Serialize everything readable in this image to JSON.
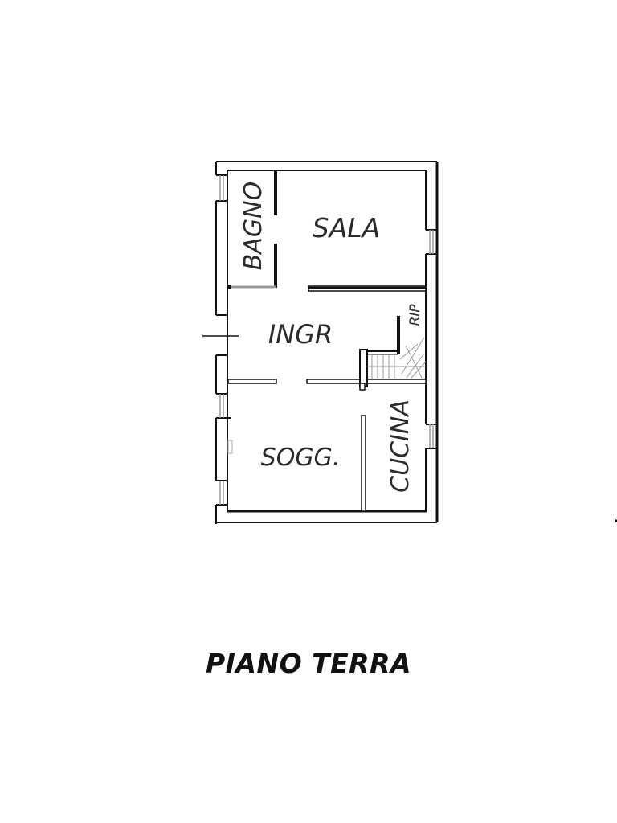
{
  "floor_plan": {
    "title": "PIANO TERRA",
    "rooms": [
      {
        "id": "bagno",
        "label": "BAGNO",
        "orientation": "vertical"
      },
      {
        "id": "sala",
        "label": "SALA",
        "orientation": "horizontal"
      },
      {
        "id": "ingr",
        "label": "INGR",
        "orientation": "horizontal"
      },
      {
        "id": "rip",
        "label": "RIP",
        "orientation": "vertical"
      },
      {
        "id": "sogg",
        "label": "SOGG.",
        "orientation": "horizontal"
      },
      {
        "id": "cucina",
        "label": "CUCINA",
        "orientation": "vertical"
      }
    ],
    "colors": {
      "wall": "#111111",
      "window": "#9a9a9a",
      "background": "#ffffff"
    }
  }
}
